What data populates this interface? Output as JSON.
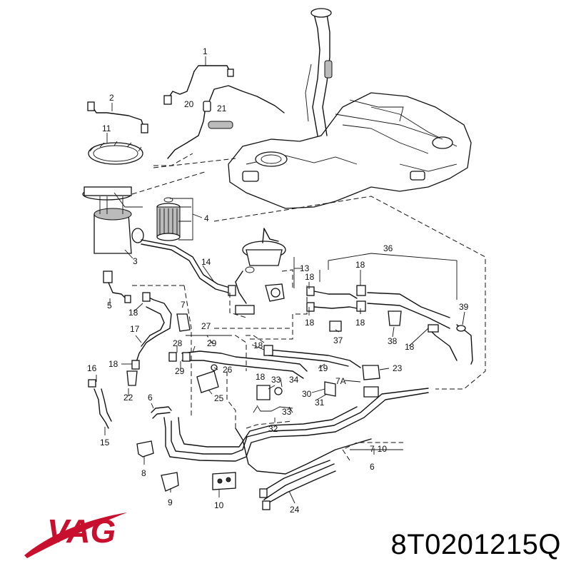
{
  "brand": {
    "logo_text": "VAG",
    "color": "#c8102e"
  },
  "part_number": "8T0201215Q",
  "callouts": [
    "1",
    "2",
    "3",
    "4",
    "5",
    "6",
    "6",
    "7",
    "7A",
    "7-10",
    "8",
    "9",
    "10",
    "11",
    "13",
    "14",
    "15",
    "16",
    "17",
    "18",
    "18",
    "18",
    "18",
    "18",
    "18",
    "18",
    "18",
    "18",
    "19",
    "20",
    "21",
    "22",
    "23",
    "24",
    "25",
    "26",
    "27",
    "28",
    "29",
    "29",
    "30",
    "31",
    "32",
    "33",
    "33",
    "34",
    "36",
    "37",
    "38",
    "39"
  ]
}
